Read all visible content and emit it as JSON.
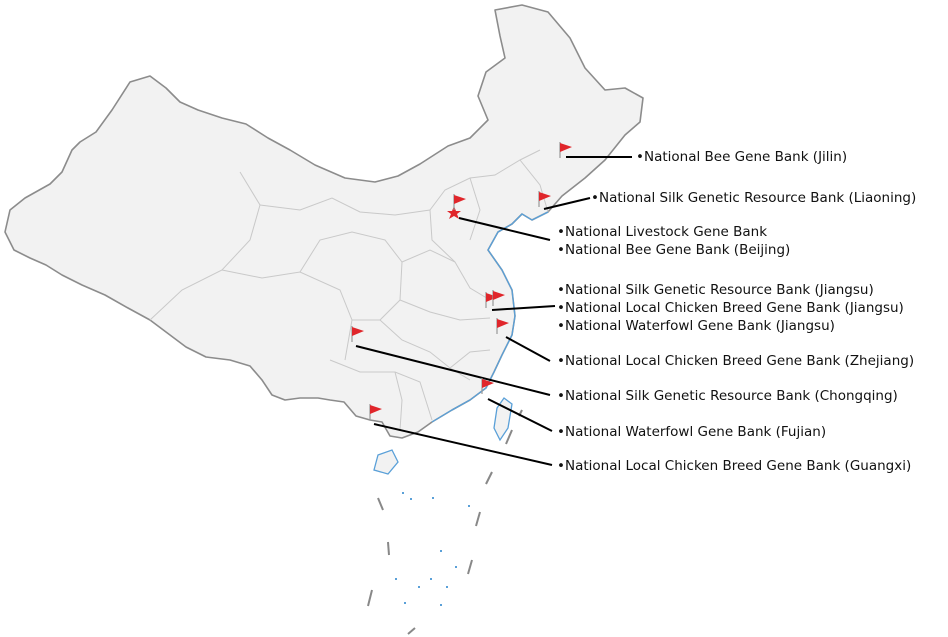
{
  "map": {
    "colors": {
      "land": "#f2f2f2",
      "border": "#8c8c8c",
      "province": "#c9c9c9",
      "coast": "#5aa0d8",
      "flag": "#e0262b",
      "leader": "#000000",
      "capital_star": "#e0262b"
    },
    "icons": {
      "site_marker": "red-flag-icon",
      "capital": "star-icon"
    }
  },
  "labels": [
    {
      "id": "jilin",
      "lines": [
        "National Bee Gene Bank (Jilin)"
      ]
    },
    {
      "id": "liaoning",
      "lines": [
        "National Silk Genetic Resource Bank (Liaoning)"
      ]
    },
    {
      "id": "beijing",
      "lines": [
        "National Livestock Gene Bank",
        "National Bee Gene Bank (Beijing)"
      ]
    },
    {
      "id": "jiangsu",
      "lines": [
        "National Silk Genetic Resource Bank (Jiangsu)",
        "National Local Chicken Breed Gene Bank (Jiangsu)",
        "National Waterfowl Gene Bank (Jiangsu)"
      ]
    },
    {
      "id": "zhejiang",
      "lines": [
        "National Local Chicken Breed Gene Bank (Zhejiang)"
      ]
    },
    {
      "id": "chongqing",
      "lines": [
        "National Silk Genetic Resource Bank (Chongqing)"
      ]
    },
    {
      "id": "fujian",
      "lines": [
        "National Waterfowl Gene Bank (Fujian)"
      ]
    },
    {
      "id": "guangxi",
      "lines": [
        "National Local Chicken Breed Gene Bank (Guangxi)"
      ]
    }
  ]
}
